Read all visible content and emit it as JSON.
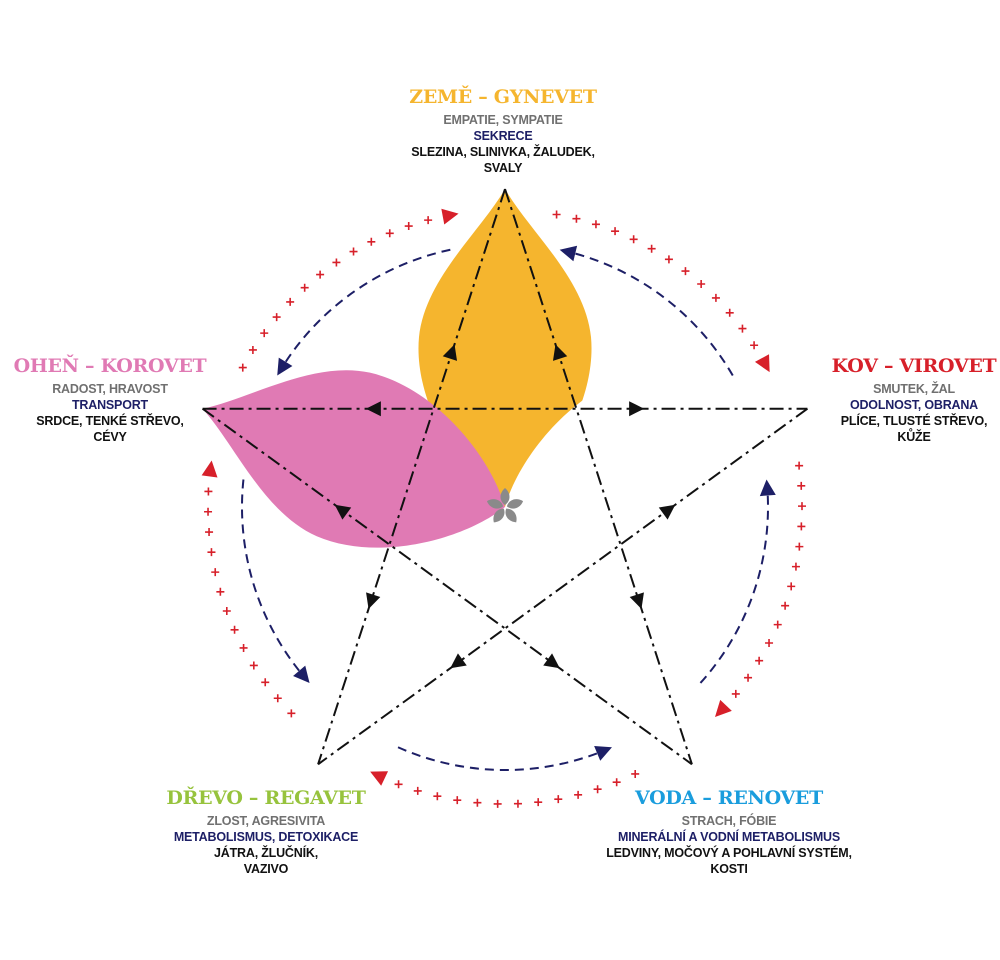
{
  "elements": [
    {
      "key": "earth",
      "title": "ZEMĚ – GYNEVET",
      "emotion": "EMPATIE, SYMPATIE",
      "function": "SEKRECE",
      "organs": "SLEZINA, SLINIVKA, ŽALUDEK,",
      "organs2": "SVALY",
      "color": "#f5b52e"
    },
    {
      "key": "metal",
      "title": "KOV – VIROVET",
      "emotion": "SMUTEK, ŽAL",
      "function": "ODOLNOST, OBRANA",
      "organs": "PLÍCE, TLUSTÉ STŘEVO,",
      "organs2": "KŮŽE",
      "color": "#d7202a"
    },
    {
      "key": "water",
      "title": "VODA – RENOVET",
      "emotion": "STRACH, FÓBIE",
      "function": "MINERÁLNÍ A VODNÍ METABOLISMUS",
      "organs": "LEDVINY, MOČOVÝ A POHLAVNÍ SYSTÉM,",
      "organs2": "KOSTI",
      "color": "#1a9ddd"
    },
    {
      "key": "wood",
      "title": "DŘEVO – REGAVET",
      "emotion": "ZLOST, AGRESIVITA",
      "function": "METABOLISMUS, DETOXIKACE",
      "organs": "JÁTRA, ŽLUČNÍK,",
      "organs2": "VAZIVO",
      "color": "#97c33d"
    },
    {
      "key": "fire",
      "title": "OHEŇ – KOROVET",
      "emotion": "RADOST, HRAVOST",
      "function": "TRANSPORT",
      "organs": "SRDCE, TENKÉ STŘEVO,",
      "organs2": "CÉVY",
      "color": "#e07ab4"
    }
  ],
  "colors": {
    "plus_arrow": "#d7202a",
    "dash_arrow": "#1d1f66",
    "star_line": "#111111",
    "center_icon": "#8a8a8a"
  },
  "icons": {
    "center": "flower-icon"
  }
}
